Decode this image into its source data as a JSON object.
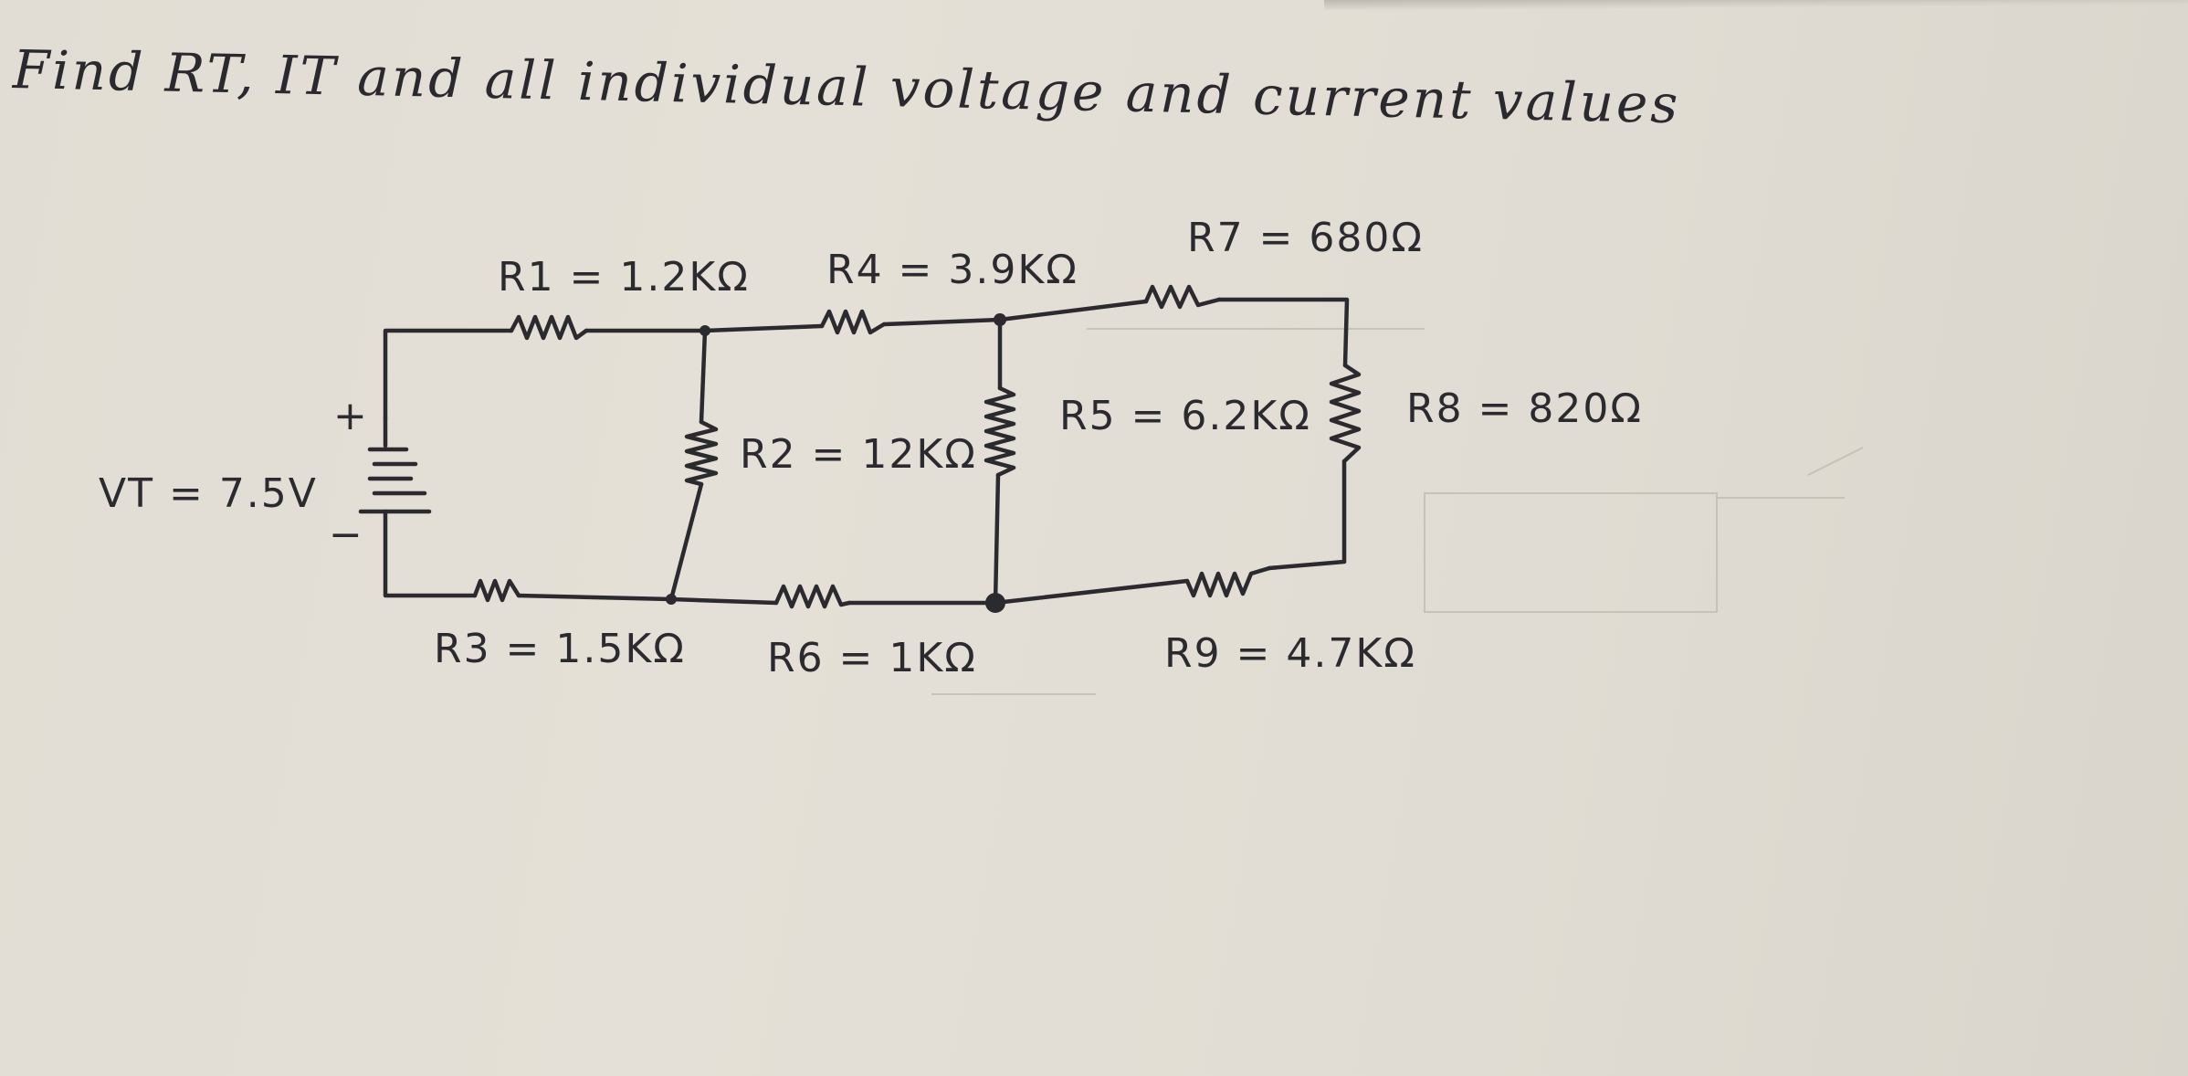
{
  "problem": {
    "title": "Find RT, IT and all individual voltage and current values"
  },
  "circuit": {
    "source_label": "VT = 7.5V",
    "plus_sign": "+",
    "minus_sign": "−",
    "resistors": {
      "r1": "R1 = 1.2KΩ",
      "r2": "R2 = 12KΩ",
      "r3": "R3 = 1.5KΩ",
      "r4": "R4 = 3.9KΩ",
      "r5": "R5 = 6.2KΩ",
      "r6": "R6 = 1KΩ",
      "r7": "R7 = 680Ω",
      "r8": "R8 = 820Ω",
      "r9": "R9 = 4.7KΩ"
    }
  }
}
